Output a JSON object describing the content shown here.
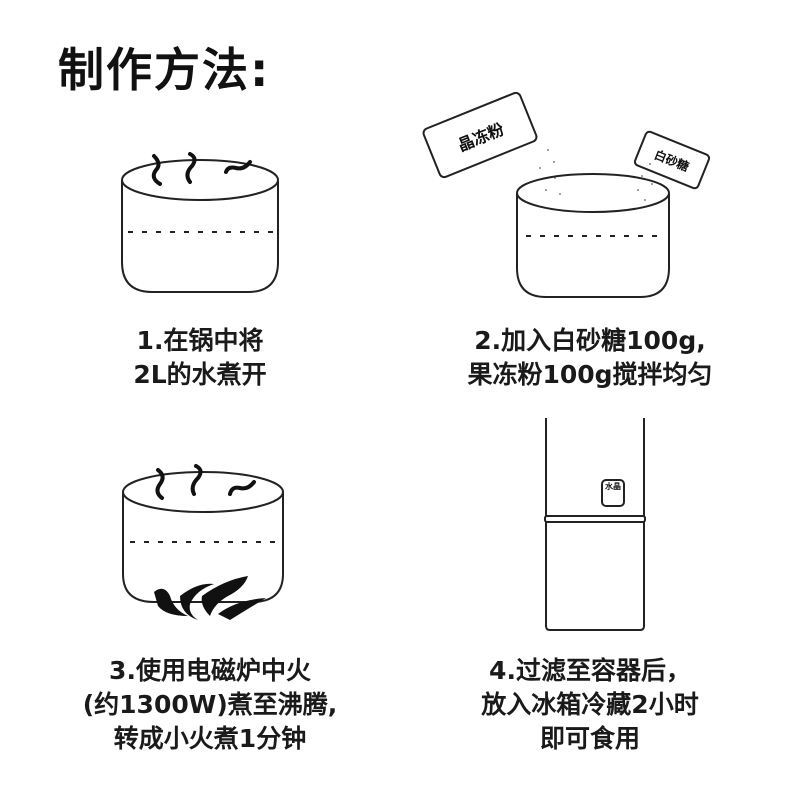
{
  "page": {
    "title": "制作方法:",
    "background": "#ffffff",
    "text_color": "#111111"
  },
  "steps": [
    {
      "number": 1,
      "illustration": "boiling-pot",
      "lines": [
        "1.在锅中将",
        "2L的水煮开"
      ]
    },
    {
      "number": 2,
      "illustration": "pot-with-ingredients",
      "labels": {
        "packet_large": "晶冻粉",
        "packet_small": "白砂糖"
      },
      "lines": [
        "2.加入白砂糖100g,",
        "果冻粉100g搅拌均匀"
      ]
    },
    {
      "number": 3,
      "illustration": "pot-on-fire",
      "lines": [
        "3.使用电磁炉中火",
        "(约1300W)煮至沸腾,",
        "转成小火煮1分钟"
      ]
    },
    {
      "number": 4,
      "illustration": "refrigerator",
      "labels": {
        "fridge_badge": "水晶"
      },
      "lines": [
        "4.过滤至容器后，",
        "放入冰箱冷藏2小时",
        "即可食用"
      ]
    }
  ]
}
